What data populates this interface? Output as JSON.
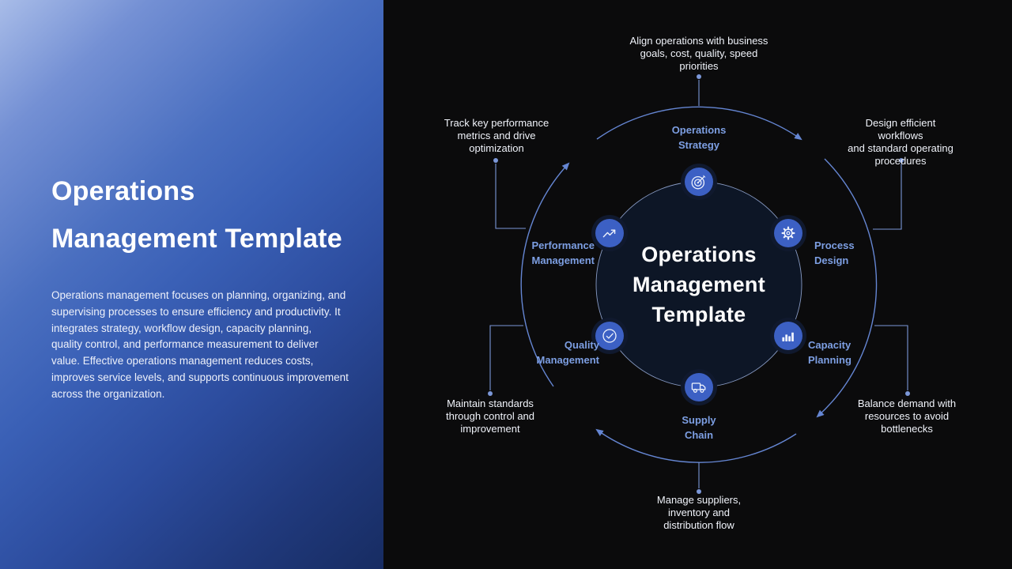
{
  "left_panel": {
    "title_lines": [
      "Operations",
      "Management Template"
    ],
    "description_lines": [
      "Operations management focuses on planning, organizing, and",
      "supervising processes to ensure efficiency and productivity. It",
      "integrates strategy, workflow design, capacity planning,",
      "quality control, and performance measurement to deliver",
      "value. Effective operations management reduces costs,",
      "improves service levels, and supports continuous improvement",
      "across the organization."
    ]
  },
  "diagram": {
    "center_title_lines": [
      "Operations",
      "Management",
      "Template"
    ],
    "nodes": [
      {
        "id": "operations-strategy",
        "label_lines": [
          "Operations",
          "Strategy"
        ],
        "icon": "target-icon",
        "annotation_lines": [
          "Align operations with business",
          "goals, cost, quality, speed",
          "priorities"
        ]
      },
      {
        "id": "process-design",
        "label_lines": [
          "Process",
          "Design"
        ],
        "icon": "gear-icon",
        "annotation_lines": [
          "Design efficient workflows",
          "and standard operating",
          "procedures"
        ]
      },
      {
        "id": "capacity-planning",
        "label_lines": [
          "Capacity",
          "Planning"
        ],
        "icon": "bar-chart-icon",
        "annotation_lines": [
          "Balance demand with",
          "resources to avoid",
          "bottlenecks"
        ]
      },
      {
        "id": "supply-chain",
        "label_lines": [
          "Supply",
          "Chain"
        ],
        "icon": "truck-icon",
        "annotation_lines": [
          "Manage suppliers,",
          "inventory and",
          "distribution flow"
        ]
      },
      {
        "id": "quality-management",
        "label_lines": [
          "Quality",
          "Management"
        ],
        "icon": "check-circle-icon",
        "annotation_lines": [
          "Maintain standards",
          "through control and",
          "improvement"
        ]
      },
      {
        "id": "performance-management",
        "label_lines": [
          "Performance",
          "Management"
        ],
        "icon": "trend-up-icon",
        "annotation_lines": [
          "Track key performance",
          "metrics and drive",
          "optimization"
        ]
      }
    ]
  },
  "colors": {
    "panel_gradient_light": "#a8bce8",
    "panel_gradient_dark": "#172c62",
    "diagram_background": "#0b0b0c",
    "arc_line": "#6586d3",
    "connector_line": "#7b97d8",
    "node_circle_fill": "#3c60c4",
    "inner_circle_fill": "#0d1626",
    "node_label_text": "#7d9fe3",
    "annotation_text": "#f0f3fa",
    "title_text": "#ffffff"
  }
}
